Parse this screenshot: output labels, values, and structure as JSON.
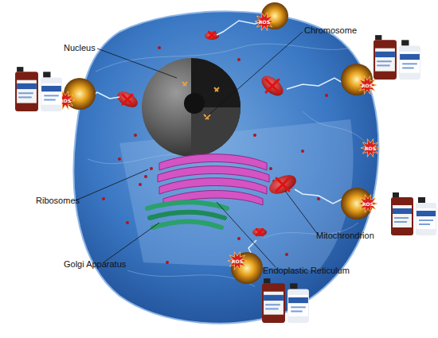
{
  "diagram": {
    "labels": [
      "Nucleus",
      "Chromosome",
      "Ribosomes",
      "Golgi Apparatus",
      "Mitochrondrion",
      "Endoplastic Reticulum",
      "ROS",
      "ROS",
      "ROS",
      "ROS",
      "ROS",
      "ROS"
    ]
  }
}
